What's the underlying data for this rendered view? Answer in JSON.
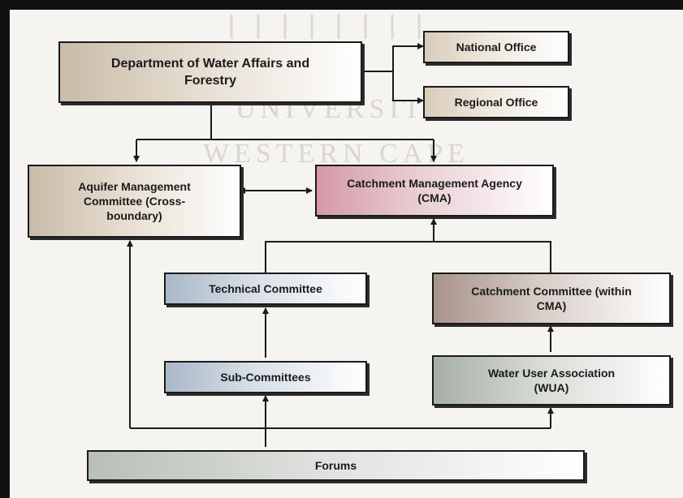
{
  "nodes": {
    "dwaf": "Department of Water Affairs and Forestry",
    "national_office": "National Office",
    "regional_office": "Regional Office",
    "aquifer": "Aquifer Management Committee (Cross-boundary)",
    "cma": "Catchment Management Agency (CMA)",
    "technical": "Technical Committee",
    "catchment_committee": "Catchment Committee (within CMA)",
    "sub_committees": "Sub-Committees",
    "wua": "Water User Association (WUA)",
    "forums": "Forums"
  },
  "watermark": {
    "line1": "UNIVERSITY of the",
    "line2": "WESTERN CAPE"
  }
}
